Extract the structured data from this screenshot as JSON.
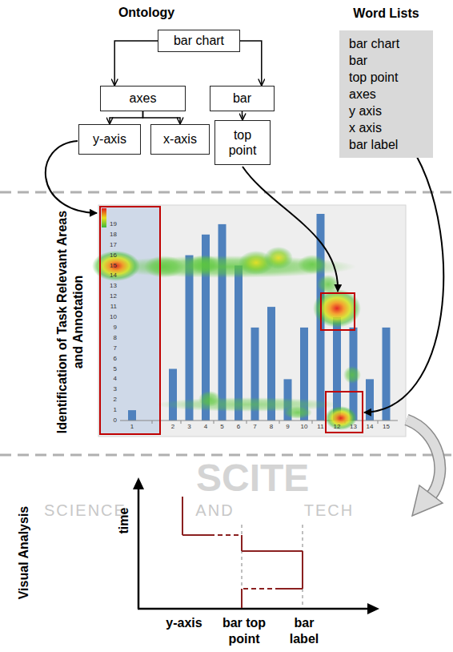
{
  "diagram": {
    "nodes": [
      {
        "text": [
          "bar chart"
        ]
      },
      {
        "text": [
          "axes"
        ]
      },
      {
        "text": [
          "bar"
        ]
      },
      {
        "text": [
          "y-axis"
        ]
      },
      {
        "text": [
          "x-axis"
        ]
      },
      {
        "text": [
          "top point"
        ]
      },
      {
        "text": [
          "Word Lists",
          "bar chart",
          "bar",
          "top point",
          "axes",
          "y axis",
          "x axis",
          "bar label"
        ]
      }
    ],
    "edges": [
      {
        "from": 0,
        "to": 1,
        "arrow": "to"
      },
      {
        "from": 0,
        "to": 2,
        "arrow": "to"
      },
      {
        "from": 1,
        "to": 3,
        "arrow": "to"
      },
      {
        "from": 1,
        "to": 4,
        "arrow": "to"
      },
      {
        "from": 2,
        "to": 5,
        "arrow": "to"
      }
    ],
    "labels": [
      "Ontology",
      "Identification of Task Relevant Areas and Annotation",
      "0",
      "1",
      "2",
      "3",
      "4",
      "5",
      "6",
      "7",
      "8",
      "9",
      "10",
      "11",
      "12",
      "13",
      "14",
      "15",
      "16",
      "17",
      "18",
      "19",
      "1",
      "2",
      "3",
      "4",
      "5",
      "6",
      "7",
      "8",
      "9",
      "10",
      "11",
      "12",
      "13",
      "14",
      "15",
      "SCITE",
      "SCIENCE AND TECH",
      "Visual Analysis",
      "time",
      "y-axis",
      "bar top point",
      "bar label"
    ]
  }
}
